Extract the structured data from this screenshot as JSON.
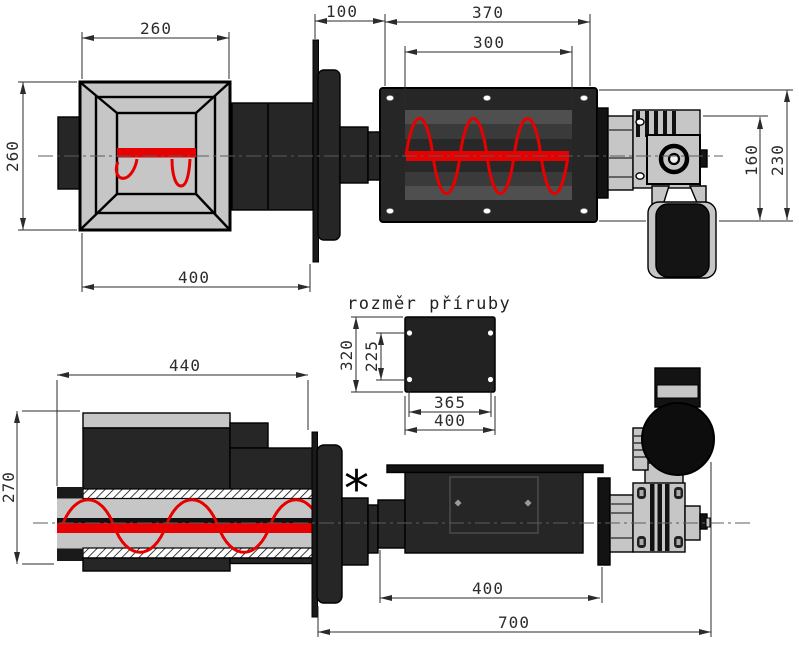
{
  "colors": {
    "body": "#262626",
    "light": "#c6c6c6",
    "red": "#e60000",
    "dim_line": "#2b2b2b",
    "window": "#4f4f4f",
    "background": "#ffffff"
  },
  "top_view": {
    "head_width": "260",
    "head_height": "260",
    "head_length": "400",
    "flange_gap": "100",
    "housing_length": "370",
    "window_length": "300",
    "gear_height": "160",
    "gear_total_height": "230"
  },
  "flange_detail": {
    "title": "rozměr příruby",
    "height": "320",
    "hole_spacing_v": "225",
    "hole_spacing_h": "365",
    "width": "400"
  },
  "bottom_view": {
    "body_length": "440",
    "body_height": "270",
    "feeder_length": "400",
    "total_length": "700",
    "flange_note": "*"
  }
}
